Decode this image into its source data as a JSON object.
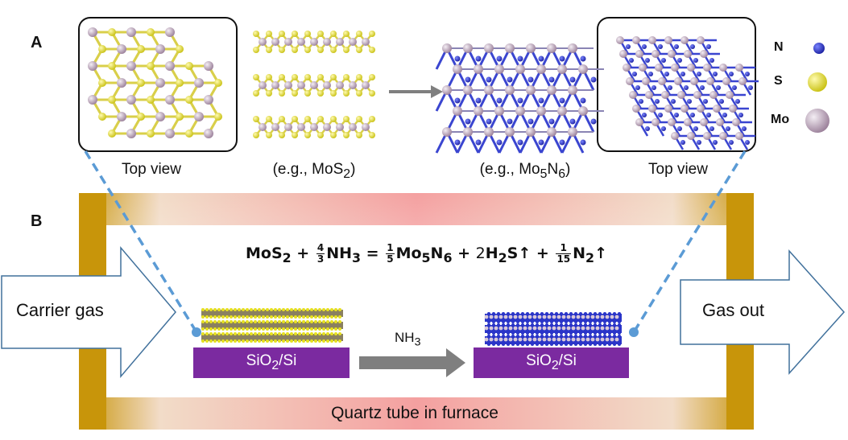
{
  "panel_a": {
    "letter": "A",
    "left_caption": "Top view",
    "mos2_caption_prefix": "(e.g., MoS",
    "mos2_caption_sub": "2",
    "mos2_caption_suffix": ")",
    "mon_caption_prefix": "(e.g., Mo",
    "mon_caption_sub1": "5",
    "mon_caption_mid": "N",
    "mon_caption_sub2": "6",
    "mon_caption_suffix": ")",
    "right_caption": "Top view"
  },
  "legend": {
    "items": [
      {
        "label": "N",
        "color": "#2a35c8"
      },
      {
        "label": "S",
        "color": "#e6e020"
      },
      {
        "label": "Mo",
        "color": "#b9a0b8"
      }
    ]
  },
  "panel_b": {
    "letter": "B",
    "equation": {
      "t1": "MoS",
      "t1_sub": "2",
      "plus1": "+",
      "f1_num": "4",
      "f1_den": "3",
      "t2": "NH",
      "t2_sub": "3",
      "eq": "=",
      "f2_num": "1",
      "f2_den": "5",
      "t3": "Mo",
      "t3_sub1": "5",
      "t3_mid": "N",
      "t3_sub2": "6",
      "plus2": "+",
      "coef": "2",
      "t4": "H",
      "t4_sub": "2",
      "t4_end": "S↑",
      "plus3": "+",
      "f3_num": "1",
      "f3_den": "15",
      "t5": "N",
      "t5_sub": "2",
      "t5_end": "↑"
    },
    "carrier_gas": "Carrier gas",
    "gas_out": "Gas out",
    "nh3_prefix": "NH",
    "nh3_sub": "3",
    "substrate_left_prefix": "SiO",
    "substrate_left_sub": "2",
    "substrate_left_suffix": "/Si",
    "substrate_right_prefix": "SiO",
    "substrate_right_sub": "2",
    "substrate_right_suffix": "/Si",
    "furnace_label": "Quartz tube in furnace"
  },
  "colors": {
    "mo": "#b9a0b8",
    "s": "#e6e020",
    "n": "#2a35c8",
    "frame_gold": "#c8950a",
    "substrate": "#7b2aa0",
    "dashed": "#5b9bd5",
    "arrow_gray": "#7f7f7f"
  }
}
